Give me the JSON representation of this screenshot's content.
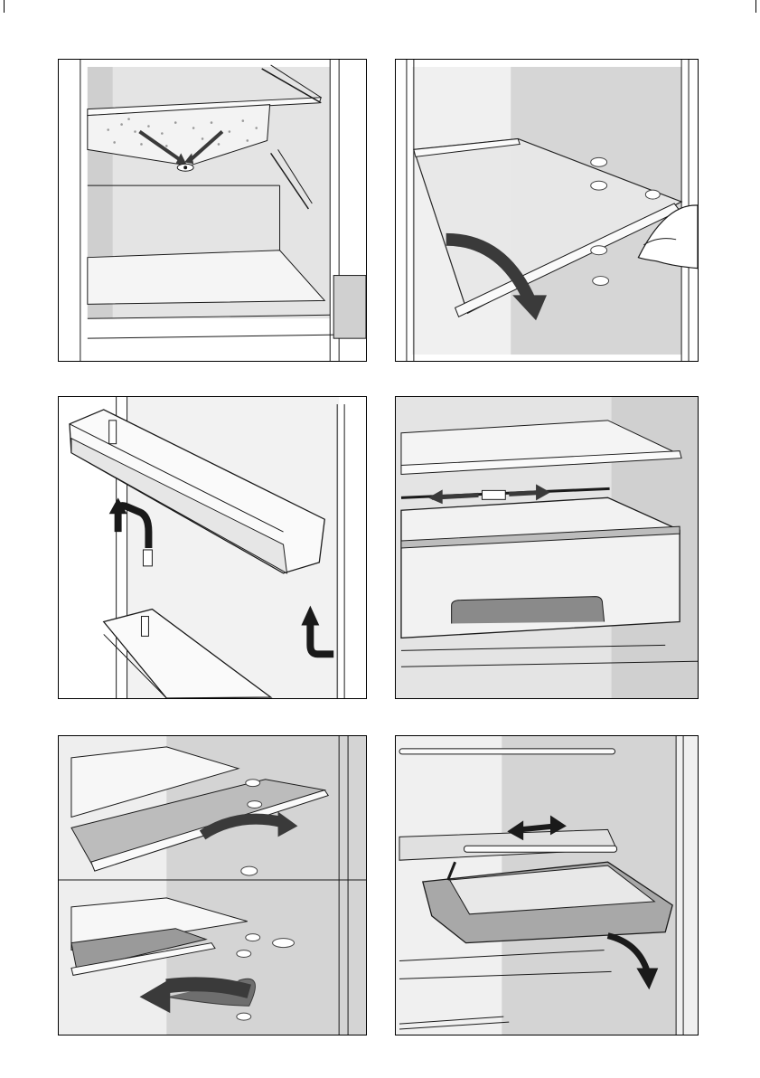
{
  "figures": [
    {
      "id": "fig-1",
      "subject": "drain-channel"
    },
    {
      "id": "fig-2",
      "subject": "glass-shelf-removal"
    },
    {
      "id": "fig-3",
      "subject": "door-rack-removal"
    },
    {
      "id": "fig-4",
      "subject": "crisper-drawer-divider"
    },
    {
      "id": "fig-5",
      "subject": "split-shelf-slide"
    },
    {
      "id": "fig-6",
      "subject": "pull-out-tray"
    }
  ],
  "colors": {
    "line": "#1a1a1a",
    "wall": "#d9d9d9",
    "wall-dark": "#bdbdbd",
    "arrow": "#3a3a3a",
    "arrow-light": "#7a7a7a"
  }
}
